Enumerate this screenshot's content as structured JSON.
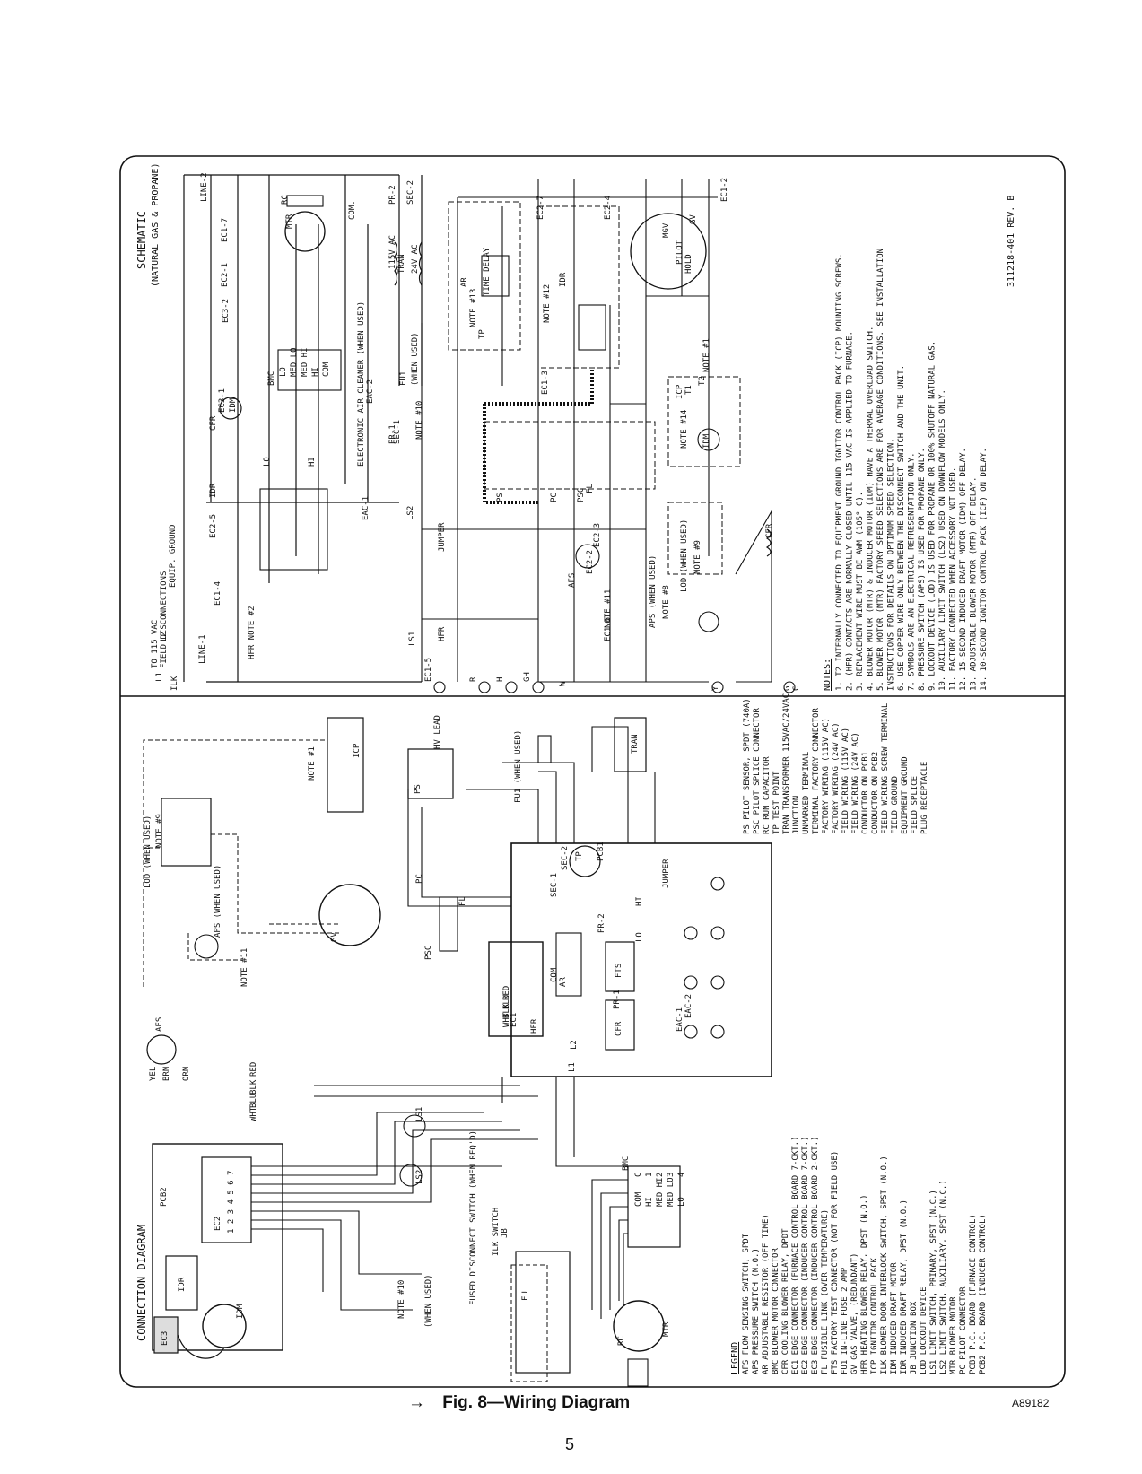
{
  "caption": "Fig. 8—Wiring Diagram",
  "page_number": "5",
  "figure_code": "A89182",
  "arrow": "→",
  "connection": {
    "title": "CONNECTION DIAGRAM",
    "labels": [
      "AFS",
      "PCB2",
      "IDR",
      "EC2",
      "1 2 3 4 5 6 7",
      "YEL",
      "BRN",
      "ORN",
      "RED",
      "BLK",
      "BLU",
      "WHT",
      "EC3",
      "IDM",
      "NOTE #11",
      "APS (WHEN USED)",
      "LOD (WHEN USED)",
      "NOTE #9",
      "GV",
      "PSC",
      "PC",
      "PS",
      "HV LEAD",
      "ICP",
      "NOTE #1",
      "FU1 (WHEN USED)",
      "TRAN",
      "RED",
      "BLU",
      "BLK",
      "WHT",
      "EC1",
      "PCB1",
      "SEC-1",
      "SEC-2",
      "TP",
      "AR",
      "FTS",
      "CFR",
      "HFR",
      "PR-1",
      "PR-2",
      "COM",
      "L1",
      "L2",
      "LO",
      "HI",
      "JUMPER",
      "EAC-1",
      "EAC-2",
      "BMC",
      "MTR",
      "RC",
      "ILK SWITCH",
      "JB",
      "FUSED DISCONNECT SWITCH (WHEN REQ'D)",
      "FU",
      "LS1",
      "LS2",
      "NOTE #10",
      "(WHEN USED)",
      "FL"
    ]
  },
  "bmc_pins": [
    {
      "n": "C",
      "name": "COM"
    },
    {
      "n": "1",
      "name": "HI"
    },
    {
      "n": "2",
      "name": "MED HI"
    },
    {
      "n": "3",
      "name": "MED LO"
    },
    {
      "n": "4",
      "name": "LO"
    }
  ],
  "schematic": {
    "title": "SCHEMATIC",
    "subtitle": "(NATURAL GAS & PROPANE)",
    "labels": [
      "TO 115 VAC",
      "FIELD DISCONNECTIONS",
      "L1",
      "L2",
      "EQUIP. GROUND",
      "ILK",
      "LINE-1",
      "LINE-2",
      "HFR NOTE #2",
      "EC1-4",
      "EC2-5",
      "IDR",
      "CFR",
      "EC3-1",
      "LO",
      "HI",
      "IDM",
      "BMC",
      "EC3-2",
      "EC2-1",
      "EC1-7",
      "MTR",
      "RC",
      "COM.",
      "ELECTRONIC AIR CLEANER (WHEN USED)",
      "EAC-1",
      "EAC-2",
      "PR-1",
      "PR-2",
      "SEC-1",
      "SEC-2",
      "115V AC",
      "TRAN",
      "24V AC",
      "FU1",
      "(WHEN USED)",
      "NOTE #10",
      "LS2",
      "JUMPER",
      "LS1",
      "HFR",
      "EC1-5",
      "R",
      "H",
      "GH",
      "W",
      "EC1-6",
      "Y",
      "G",
      "C",
      "NOTE #13",
      "AR",
      "TIME DELAY",
      "TP",
      "NOTE #12",
      "IDR",
      "EC2-7",
      "EC2-4",
      "EC1-3",
      "PS",
      "PC",
      "PSC",
      "FL",
      "AFS",
      "EC2-2",
      "EC2-3",
      "NOTE #11",
      "APS (WHEN USED)",
      "NOTE #8",
      "LOD (WHEN USED)",
      "NOTE #9",
      "ICP",
      "NOTE #14",
      "IDM",
      "T1",
      "T2",
      "NOTE #1",
      "GV",
      "MGV",
      "PILOT",
      "HOLD",
      "CFR",
      "EC1-2"
    ]
  },
  "bmc_taps": [
    "LO",
    "MED LO",
    "MED HI",
    "HI",
    "COM"
  ],
  "legend": {
    "title": "LEGEND",
    "items": [
      "AFS  FLOW SENSING SWITCH, SPDT",
      "APS  PRESSURE SWITCH (N.O.)",
      "AR   ADJUSTABLE RESISTOR (OFF TIME)",
      "BMC  BLOWER MOTOR CONNECTOR",
      "CFR  COOLING BLOWER RELAY, DPDT",
      "EC1  EDGE CONNECTOR (FURNACE CONTROL BOARD 7-CKT.)",
      "EC2  EDGE CONNECTOR (INDUCER CONTROL BOARD 7-CKT.)",
      "EC3  EDGE CONNECTOR (INDUCER CONTROL BOARD 2-CKT.)",
      "FL   FUSIBLE LINK (OVER TEMPERATURE)",
      "FTS  FACTORY TEST CONNECTOR (NOT FOR FIELD USE)",
      "FU1  IN-LINE FUSE 2 AMP",
      "GV   GAS VALVE, (REDUNDANT)",
      "HFR  HEATING BLOWER RELAY, DPST (N.O.)",
      "ICP  IGNITOR CONTROL PACK",
      "ILK  BLOWER DOOR INTERLOCK SWITCH, SPST (N.O.)",
      "IDM  INDUCED DRAFT MOTOR",
      "IDR  INDUCED DRAFT RELAY, DPST (N.O.)",
      "JB   JUNCTION BOX",
      "LOD  LOCKOUT DEVICE",
      "LS1  LIMIT SWITCH, PRIMARY, SPST (N.C.)",
      "LS2  LIMIT SWITCH, AUXILIARY, SPST (N.C.)",
      "MTR  BLOWER MOTOR",
      "PC   PILOT CONNECTOR",
      "PCB1 P.C. BOARD (FURNACE CONTROL)",
      "PCB2 P.C. BOARD (INDUCER CONTROL)"
    ],
    "items2": [
      "PS   PILOT SENSOR, SPDT (740A)",
      "PSC  PILOT SPLICE CONNECTOR",
      "RC   RUN CAPACITOR",
      "TP   TEST POINT",
      "TRAN TRANSFORMER 115VAC/24VAC",
      "JUNCTION",
      "UNMARKED TERMINAL",
      "TERMINAL FACTORY CONNECTOR",
      "FACTORY WIRING (115V AC)",
      "FACTORY WIRING (24V AC)",
      "FIELD WIRING (115V AC)",
      "FIELD WIRING (24V AC)",
      "CONDUCTOR ON PCB1",
      "CONDUCTOR ON PCB2",
      "FIELD WIRING SCREW TERMINAL",
      "FIELD GROUND",
      "EQUIPMENT GROUND",
      "FIELD SPLICE",
      "PLUG RECEPTACLE"
    ]
  },
  "notes": {
    "title": "NOTES:",
    "items": [
      "1. T2 INTERNALLY CONNECTED TO EQUIPMENT GROUND IGNITOR CONTROL PACK (ICP) MOUNTING SCREWS.",
      "2. (HFR) CONTACTS ARE NORMALLY CLOSED UNTIL 115 VAC IS APPLIED TO FURNACE.",
      "3. REPLACEMENT WIRE MUST BE AWM (105° C).",
      "4. BLOWER MOTOR (MTR) & INDUCER MOTOR (IDM) HAVE A THERMAL OVERLOAD SWITCH.",
      "5. BLOWER MOTOR (MTR) FACTORY SPEED SELECTIONS ARE FOR AVERAGE CONDITIONS.  SEE INSTALLATION",
      "   INSTRUCTIONS FOR DETAILS ON OPTIMUM SPEED SELECTION.",
      "6. USE COPPER WIRE ONLY BETWEEN THE DISCONNECT SWITCH AND THE UNIT.",
      "7. SYMBOLS ARE AN ELECTRICAL REPRESENTATION ONLY.",
      "8. PRESSURE SWITCH (APS) IS USED FOR PROPANE ONLY.",
      "9. LOCKOUT DEVICE (LOD) IS USED FOR PROPANE OR 100% SHUTOFF NATURAL GAS.",
      "10. AUXILIARY LIMIT SWITCH (LS2) USED ON DOWNFLOW MODELS ONLY.",
      "11. FACTORY CONNECTED WHEN ACCESSORY NOT USED.",
      "12. 15-SECOND INDUCED DRAFT MOTOR (IDM) OFF DELAY.",
      "13. ADJUSTABLE BLOWER MOTOR (MTR) OFF DELAY.",
      "14. 10-SECOND IGNITOR CONTROL PACK (ICP) ON DELAY."
    ]
  },
  "part_number": "311218-401 REV. B"
}
